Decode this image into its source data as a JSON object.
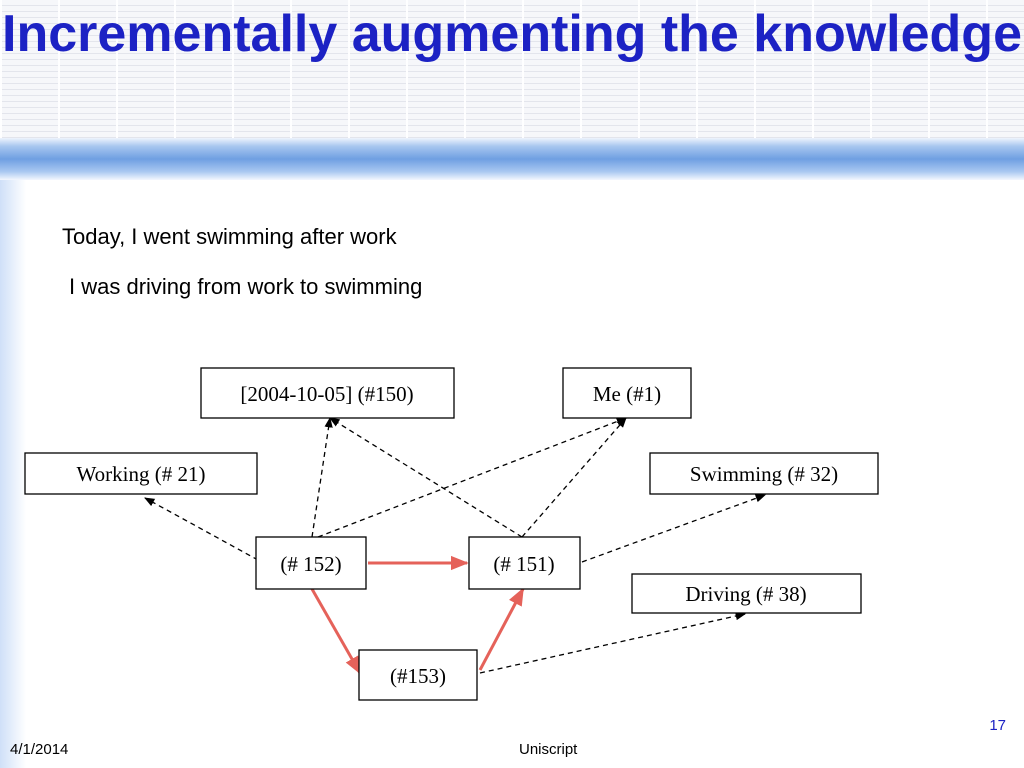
{
  "slide": {
    "title": "Incrementally augmenting the knowledge",
    "lines": [
      "Today, I went swimming after work",
      "I was driving from work to swimming"
    ]
  },
  "diagram": {
    "nodes": {
      "date": "[2004-10-05] (#150)",
      "me": "Me (#1)",
      "working": "Working (# 21)",
      "swimming": "Swimming (# 32)",
      "n152": "(# 152)",
      "n151": "(# 151)",
      "driving": "Driving (# 38)",
      "n153": "(#153)"
    },
    "colors": {
      "solid_arrow": "#e5625a",
      "dashed_arrow": "#000000",
      "title": "#1c22c4"
    }
  },
  "footer": {
    "date": "4/1/2014",
    "center": "Uniscript",
    "page": "17"
  }
}
